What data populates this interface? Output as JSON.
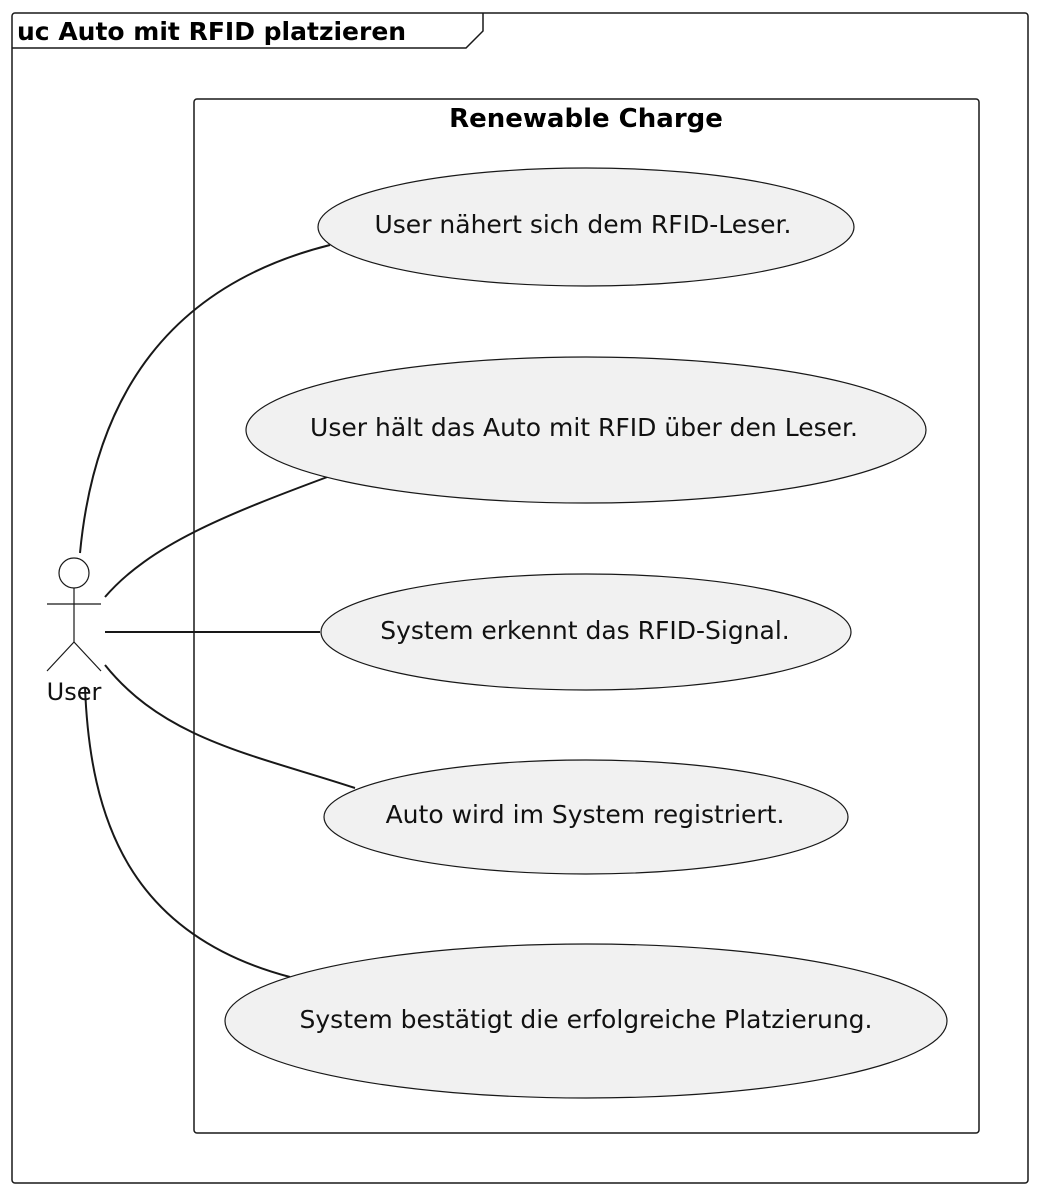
{
  "frame": {
    "title": "uc Auto mit RFID platzieren"
  },
  "system": {
    "name": "Renewable Charge"
  },
  "actor": {
    "name": "User"
  },
  "use_cases": [
    {
      "label": "User nähert sich dem RFID-Leser."
    },
    {
      "label": "User hält das Auto mit RFID über den Leser."
    },
    {
      "label": "System erkennt das RFID-Signal."
    },
    {
      "label": "Auto wird im System registriert."
    },
    {
      "label": "System bestätigt die erfolgreiche Platzierung."
    }
  ],
  "colors": {
    "use_case_fill": "#f1f1f1",
    "line": "#181818",
    "background": "#ffffff"
  }
}
